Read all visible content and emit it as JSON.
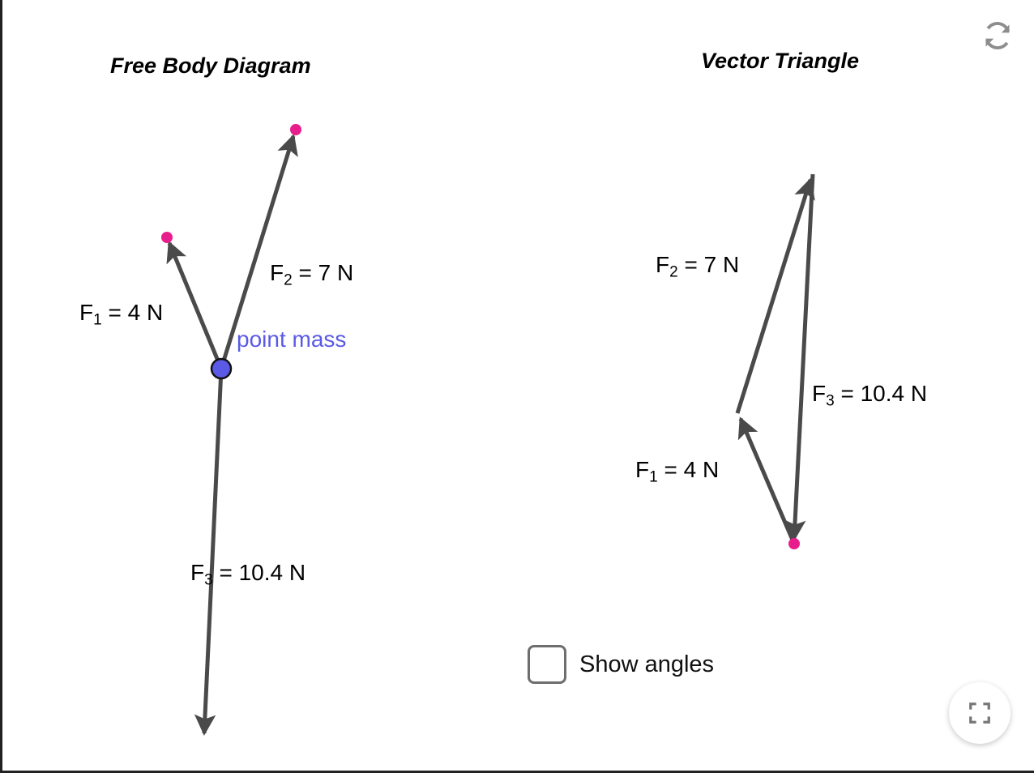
{
  "app": {
    "background": "#ffffff",
    "stroke_color": "#4a4a4a",
    "endpoint_dot_color": "#e81e8c",
    "point_mass_color": "#5a5ae6"
  },
  "panels": {
    "left": {
      "title": "Free Body Diagram"
    },
    "right": {
      "title": "Vector Triangle"
    }
  },
  "free_body_diagram": {
    "point_mass_label": "point mass",
    "forces": [
      {
        "name": "F1",
        "symbol": "F",
        "subscript": "1",
        "value": "4",
        "unit": "N",
        "label": "F1 = 4 N",
        "equals": " = 4 N"
      },
      {
        "name": "F2",
        "symbol": "F",
        "subscript": "2",
        "value": "7",
        "unit": "N",
        "label": "F2 = 7 N",
        "equals": " = 7 N"
      },
      {
        "name": "F3",
        "symbol": "F",
        "subscript": "3",
        "value": "10.4",
        "unit": "N",
        "label": "F3 = 10.4 N",
        "equals": " = 10.4 N"
      }
    ]
  },
  "vector_triangle": {
    "forces": [
      {
        "name": "F1",
        "symbol": "F",
        "subscript": "1",
        "value": "4",
        "unit": "N",
        "label": "F1 = 4 N",
        "equals": " = 4 N"
      },
      {
        "name": "F2",
        "symbol": "F",
        "subscript": "2",
        "value": "7",
        "unit": "N",
        "label": "F2 = 7 N",
        "equals": " = 7 N"
      },
      {
        "name": "F3",
        "symbol": "F",
        "subscript": "3",
        "value": "10.4",
        "unit": "N",
        "label": "F3 = 10.4 N",
        "equals": " = 10.4 N"
      }
    ]
  },
  "controls": {
    "show_angles": {
      "label": "Show angles",
      "checked": false
    },
    "reset_icon": "refresh-icon",
    "fullscreen_icon": "fullscreen-icon"
  },
  "chart_data": {
    "type": "diagram",
    "title": "Free Body Diagram and Vector Triangle",
    "units": "N",
    "vectors": [
      {
        "name": "F1",
        "magnitude": 4,
        "label": "F1 = 4 N"
      },
      {
        "name": "F2",
        "magnitude": 7,
        "label": "F2 = 7 N"
      },
      {
        "name": "F3",
        "magnitude": 10.4,
        "label": "F3 = 10.4 N"
      }
    ],
    "free_body_geometry": {
      "origin": [
        270,
        455
      ],
      "F1_tip": [
        203,
        293
      ],
      "F2_tip": [
        362,
        160
      ],
      "F3_tip": [
        249,
        908
      ]
    },
    "triangle_geometry": {
      "apex": [
        1000,
        215
      ],
      "left_vertex": [
        907,
        510
      ],
      "bottom_vertex": [
        977,
        671
      ]
    }
  }
}
